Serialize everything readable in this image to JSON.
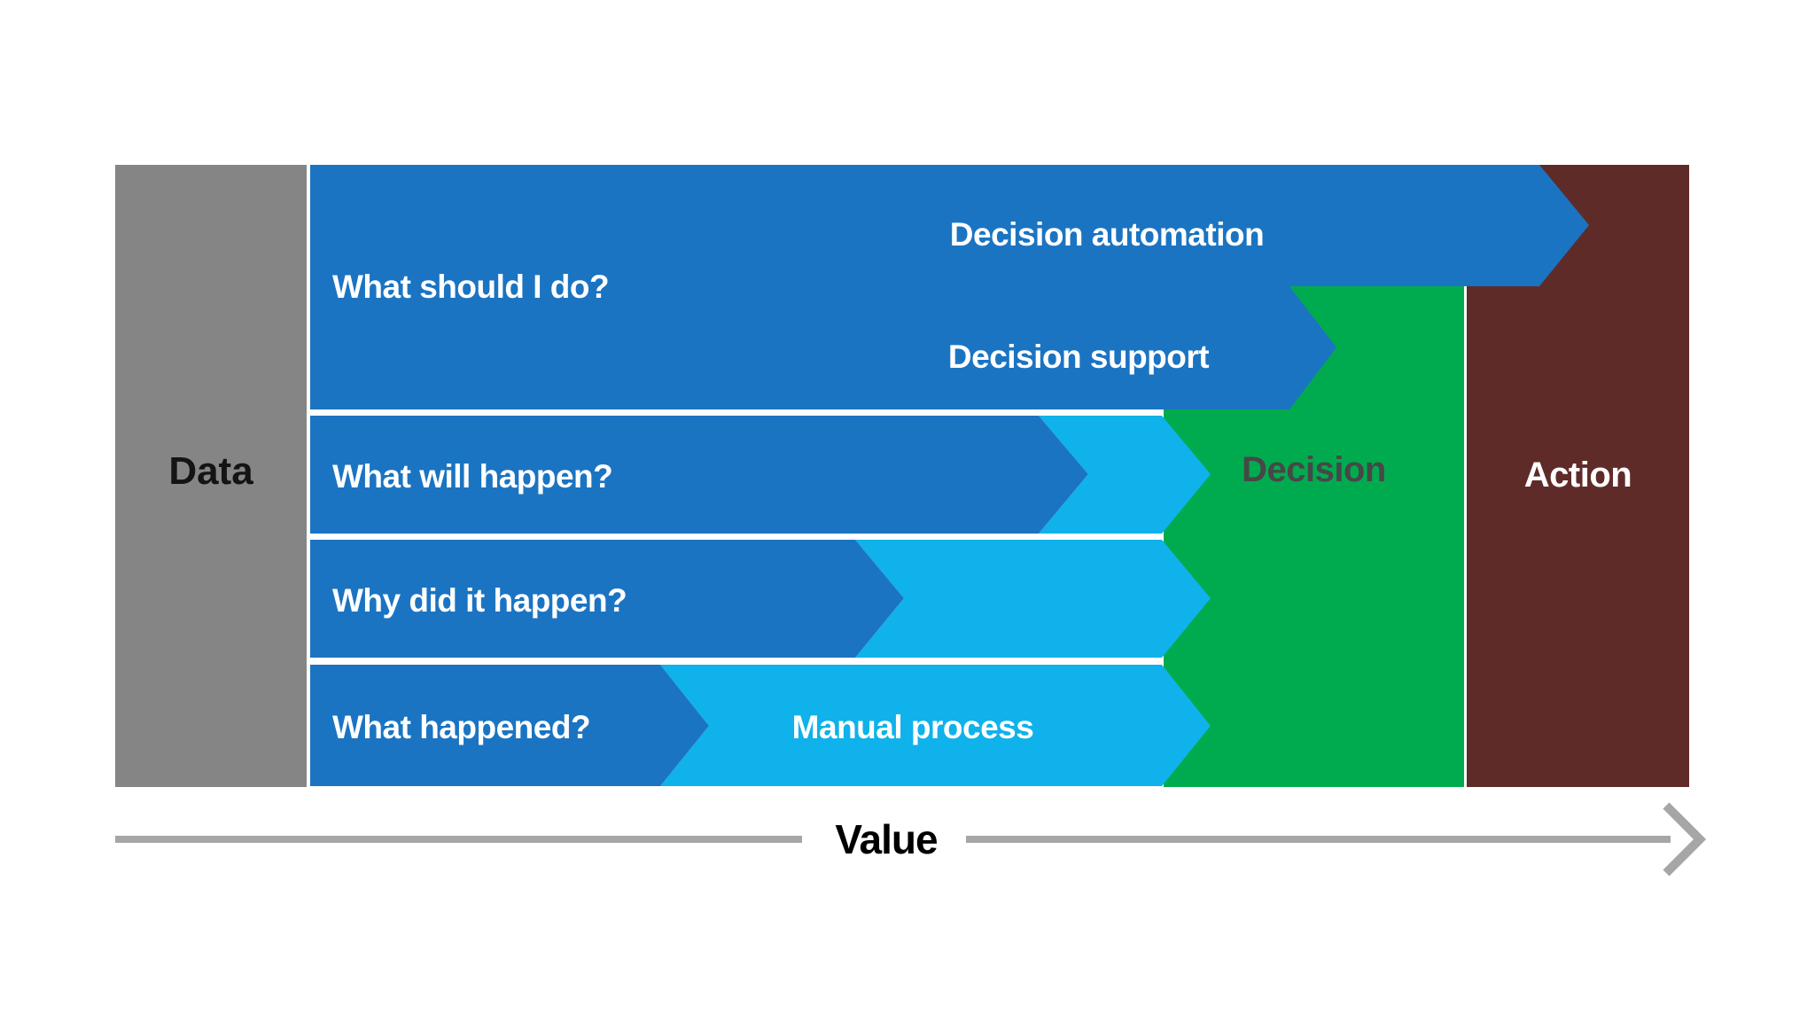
{
  "blocks": {
    "data": "Data",
    "decision": "Decision",
    "action": "Action"
  },
  "rows": [
    {
      "question": "What should I do?",
      "automation": "Decision automation",
      "support": "Decision support"
    },
    {
      "question": "What will happen?"
    },
    {
      "question": "Why did it happen?"
    },
    {
      "question": "What happened?",
      "manual": "Manual process"
    }
  ],
  "axis": {
    "label": "Value"
  },
  "colors": {
    "blue": "#1B74C2",
    "cyan": "#0FB2EA",
    "green": "#00AB4F",
    "maroon": "#5F2B29",
    "gray": "#858585",
    "axis-gray": "#A6A6A6",
    "decision-text": "#474747"
  }
}
